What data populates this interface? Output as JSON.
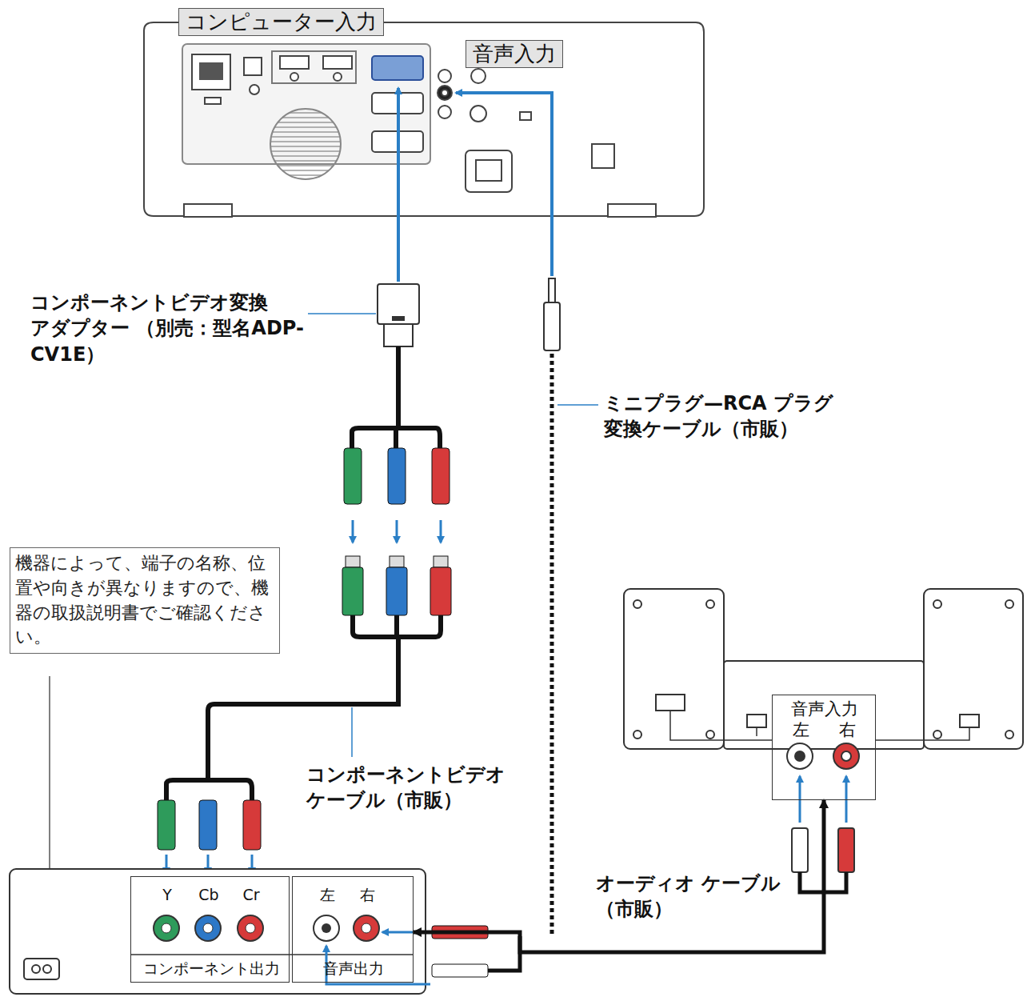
{
  "diagram": {
    "nodes": [
      {
        "text": [
          "コンピューター入力"
        ]
      },
      {
        "text": [
          "音声入力"
        ]
      },
      {
        "text": [
          "機器によって、端子の名称、位置や向きが異なりますので、機器の取扱説明書でご確認ください。"
        ]
      },
      {
        "text": [
          "Y",
          "Cb",
          "Cr",
          "コンポーネント出力"
        ]
      },
      {
        "text": [
          "左",
          "右",
          "音声出力"
        ]
      },
      {
        "text": [
          "音声入力",
          "左",
          "右"
        ]
      }
    ],
    "edges": [
      {
        "from": 4,
        "to": 5,
        "arrow": "both"
      }
    ],
    "labels": [
      "コンポーネントビデオ変換 アダプター （別売：型名ADP-CV1E）",
      "ミニプラグ—RCA プラグ 変換ケーブル（市販）",
      "コンポーネントビデオ ケーブル（市販）",
      "オーディオ ケーブル（市販）"
    ]
  }
}
